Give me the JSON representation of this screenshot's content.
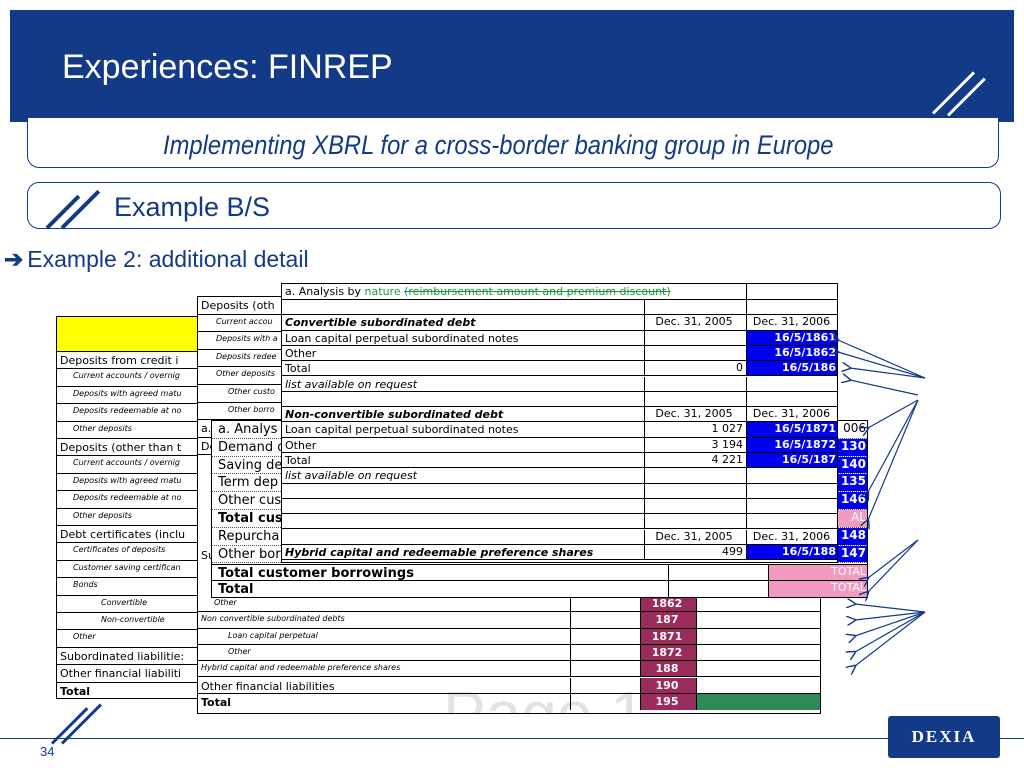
{
  "header": {
    "title": "Experiences: FINREP"
  },
  "subtitle": "Implementing XBRL for a cross-border banking group in Europe",
  "section_title": "Example B/S",
  "example_heading": "Example 2: additional detail",
  "example_arrow": "➔",
  "back_sheet": {
    "header_color": "#ffff00",
    "rows": [
      {
        "label": "Deposits from credit i",
        "style": "normal"
      },
      {
        "label": "Current accounts / overnig",
        "style": "italic"
      },
      {
        "label": "Deposits with agreed matu",
        "style": "italic"
      },
      {
        "label": "Deposits redeemable at no",
        "style": "italic"
      },
      {
        "label": "Other deposits",
        "style": "italic"
      },
      {
        "label": "Deposits (other than t",
        "style": "normal"
      },
      {
        "label": "Current accounts / overnig",
        "style": "italic"
      },
      {
        "label": "Deposits with agreed matu",
        "style": "italic"
      },
      {
        "label": "Deposits redeemable at no",
        "style": "italic"
      },
      {
        "label": "Other deposits",
        "style": "italic"
      },
      {
        "label": "Debt certificates (inclu",
        "style": "normal"
      },
      {
        "label": "Certificates of deposits",
        "style": "italic"
      },
      {
        "label": "Customer saving certifican",
        "style": "italic"
      },
      {
        "label": "Bonds",
        "style": "italic"
      },
      {
        "label": "Convertible",
        "style": "italic"
      },
      {
        "label": "Non-convertible",
        "style": "italic"
      },
      {
        "label": "Other",
        "style": "italic"
      },
      {
        "label": "Subordinated liabilitie:",
        "style": "normal"
      },
      {
        "label": "Other financial liabiliti",
        "style": "normal"
      },
      {
        "label": "Total",
        "style": "bold"
      }
    ]
  },
  "mid_sheet": {
    "rows": [
      {
        "label": "Deposits (oth",
        "style": "normal"
      },
      {
        "label": "Current accou",
        "style": "italic"
      },
      {
        "label": "Deposits with a",
        "style": "italic"
      },
      {
        "label": "Deposits redee",
        "style": "italic"
      },
      {
        "label": "Other deposits",
        "style": "italic"
      },
      {
        "label": "Other custo",
        "style": "italic"
      },
      {
        "label": "Other borro",
        "style": "italic"
      },
      {
        "label": "a. Analys",
        "style": "normal"
      },
      {
        "label": "De",
        "style": "normal"
      }
    ],
    "lower_rows": [
      {
        "label": "Su",
        "style": "normal"
      }
    ],
    "bottom_rows": [
      {
        "label": "Other",
        "code": "1862"
      },
      {
        "label": "Non convertible subordinated debts",
        "code": "187"
      },
      {
        "label": "Loan capital perpetual",
        "code": "1871"
      },
      {
        "label": "Other",
        "code": "1872"
      },
      {
        "label": "Hybrid capital and redeemable preference shares",
        "code": "188"
      },
      {
        "label": "Other financial liabilities",
        "code": "190"
      },
      {
        "label": "Total",
        "code": "195"
      }
    ],
    "watermark": "Page 1"
  },
  "cust_sheet": {
    "rows": [
      {
        "label": "a. Analys"
      },
      {
        "label": "Demand d"
      },
      {
        "label": "Saving de"
      },
      {
        "label": "Term dep"
      },
      {
        "label": "Other cus"
      },
      {
        "label": "Total cus"
      },
      {
        "label": "Repurcha"
      },
      {
        "label": "Other bor"
      }
    ],
    "codes": [
      "006",
      "130",
      "140",
      "135",
      "146",
      "AL",
      "148",
      "147"
    ],
    "total_borrowings": "Total customer borrowings",
    "total": "Total",
    "total_badge": "TOTAL"
  },
  "front_sheet": {
    "title_prefix": "a. Analysis by",
    "title_nature": "nature",
    "title_struck": "(reimbursement amount and premium discount)",
    "col1": "Dec. 31, 2005",
    "col2": "Dec. 31, 2006",
    "sections": [
      {
        "heading": "Convertible subordinated debt",
        "rows": [
          {
            "label": "Loan capital perpetual subordinated notes",
            "v2005": "",
            "v2006": "16/5/1861"
          },
          {
            "label": "Other",
            "v2005": "",
            "v2006": "16/5/1862"
          },
          {
            "label": "Total",
            "v2005": "0",
            "v2006": "16/5/186"
          }
        ],
        "note": "list available on request"
      },
      {
        "heading": "Non-convertible subordinated debt",
        "rows": [
          {
            "label": "Loan capital perpetual subordinated notes",
            "v2005": "1 027",
            "v2006": "16/5/1871"
          },
          {
            "label": "Other",
            "v2005": "3 194",
            "v2006": "16/5/1872"
          },
          {
            "label": "Total",
            "v2005": "4 221",
            "v2006": "16/5/187"
          }
        ],
        "note": "list available on request"
      }
    ],
    "hybrid": {
      "label": "Hybrid capital and redeemable preference shares",
      "v2005": "499",
      "v2006": "16/5/188"
    }
  },
  "page_number": "34",
  "logo_text": "DEXIA",
  "colors": {
    "brand": "#123a87",
    "blue_cell": "#0000ee",
    "maroon_cell": "#9a2b5a",
    "pink_cell": "#f19ac2",
    "yellow": "#ffff00"
  }
}
